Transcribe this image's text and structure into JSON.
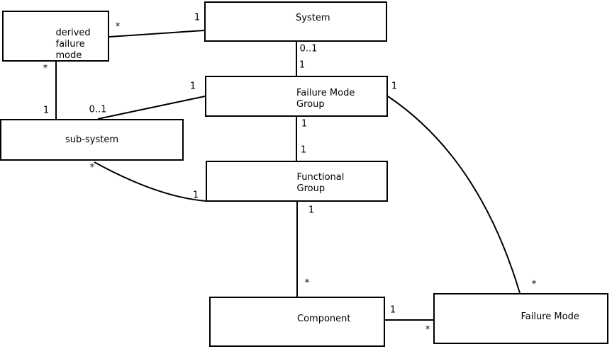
{
  "diagram": {
    "type": "uml-association-diagram",
    "background_color": "#ffffff",
    "line_color": "#000000",
    "text_color": "#000000",
    "nodes": [
      {
        "id": "derived-failure-mode",
        "label": "derived\nfailure\nmode"
      },
      {
        "id": "system",
        "label": "System"
      },
      {
        "id": "failure-mode-group",
        "label": "Failure Mode\nGroup"
      },
      {
        "id": "sub-system",
        "label": "sub-system"
      },
      {
        "id": "functional-group",
        "label": "Functional\nGroup"
      },
      {
        "id": "component",
        "label": "Component"
      },
      {
        "id": "failure-mode",
        "label": "Failure Mode"
      }
    ],
    "edges": [
      {
        "from": "derived-failure-mode",
        "to": "system",
        "source_label": "*",
        "target_label": "1"
      },
      {
        "from": "system",
        "to": "failure-mode-group",
        "source_label": "0..1",
        "target_label": "1"
      },
      {
        "from": "derived-failure-mode",
        "to": "sub-system",
        "source_label": "*",
        "target_label": "1"
      },
      {
        "from": "sub-system",
        "to": "failure-mode-group",
        "source_label": "0..1",
        "target_label": "1"
      },
      {
        "from": "failure-mode-group",
        "to": "functional-group",
        "source_label": "1",
        "target_label": "1"
      },
      {
        "from": "sub-system",
        "to": "functional-group",
        "source_label": "*",
        "target_label": "1"
      },
      {
        "from": "functional-group",
        "to": "component",
        "source_label": "1",
        "target_label": "*"
      },
      {
        "from": "component",
        "to": "failure-mode",
        "source_label": "1",
        "target_label": "*"
      },
      {
        "from": "failure-mode-group",
        "to": "failure-mode",
        "source_label": "1",
        "target_label": "*"
      }
    ]
  }
}
